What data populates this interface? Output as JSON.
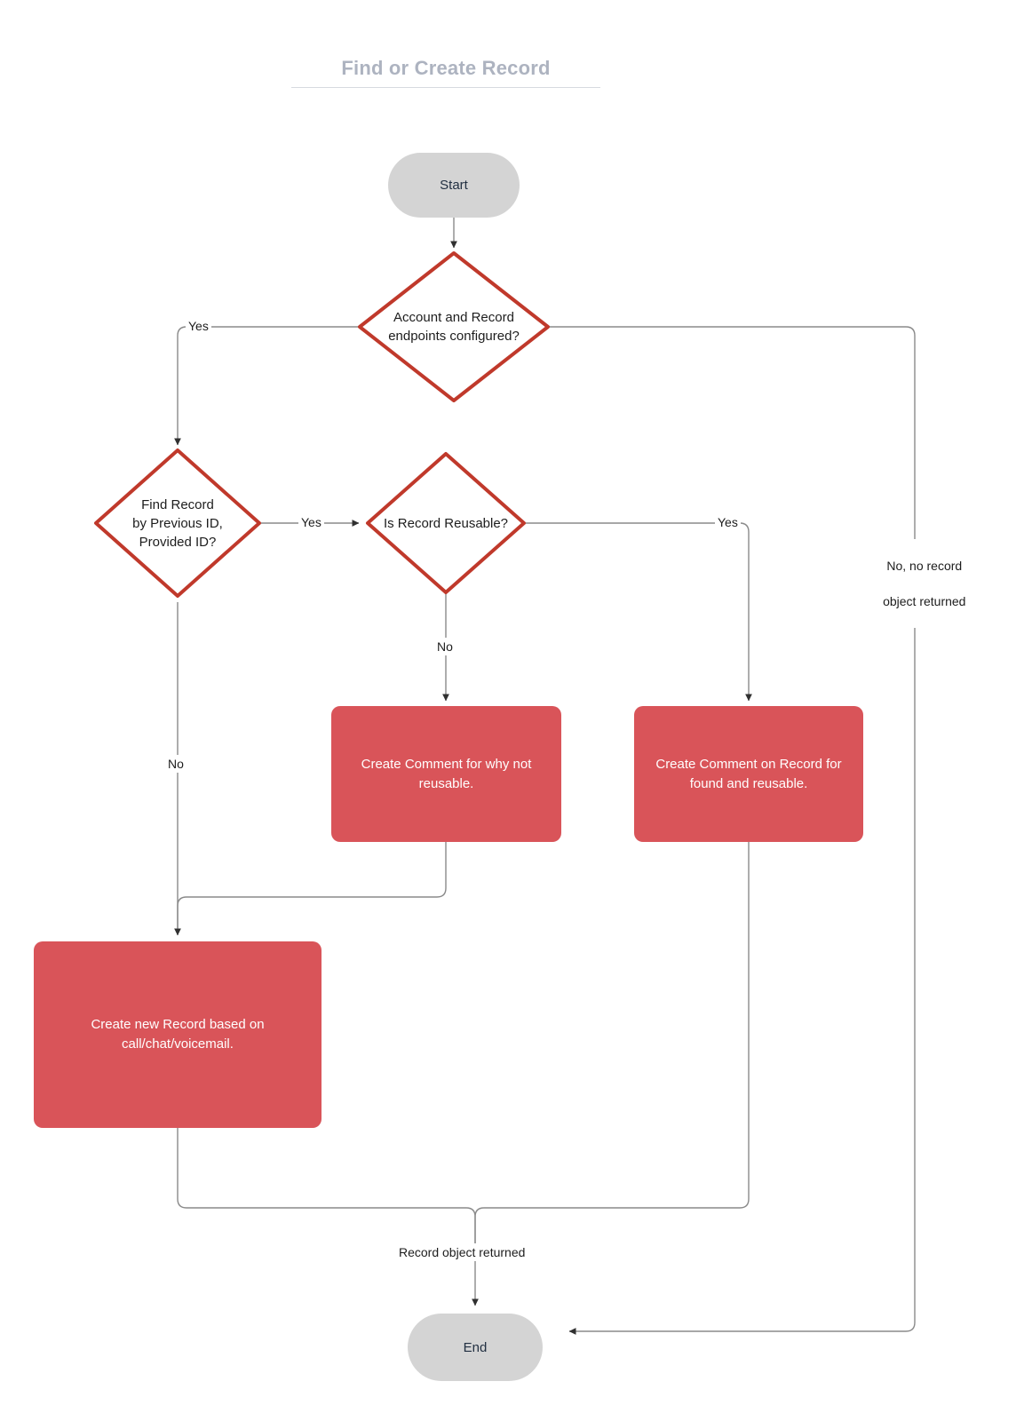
{
  "header": {
    "title": "Find or Create Record"
  },
  "diagram": {
    "type": "flowchart",
    "colors": {
      "process_fill": "#d95459",
      "terminator_fill": "#d4d4d4",
      "decision_stroke": "#c0392b",
      "edge_stroke": "#7f7f7f",
      "title_color": "#adb3c0",
      "process_text": "#ffffff",
      "node_text": "#1d1d1d"
    },
    "nodes": [
      {
        "id": "start",
        "shape": "terminator",
        "label": "Start"
      },
      {
        "id": "endpoints",
        "shape": "decision",
        "label": "Account and Record\nendpoints configured?",
        "line1": "Account and Record",
        "line2": "endpoints configured?"
      },
      {
        "id": "find-record",
        "shape": "decision",
        "label": "Find Record\nby Previous ID,\nProvided ID?",
        "line1": "Find Record",
        "line2": "by Previous ID,",
        "line3": "Provided ID?"
      },
      {
        "id": "reusable",
        "shape": "decision",
        "label": "Is Record Reusable?"
      },
      {
        "id": "comment-not-reusable",
        "shape": "process",
        "label": "Create Comment for why not reusable.",
        "line1": "Create Comment for why not",
        "line2": "reusable."
      },
      {
        "id": "comment-found-reusable",
        "shape": "process",
        "label": "Create Comment on Record for found and reusable.",
        "line1": "Create Comment on Record for",
        "line2": "found and reusable."
      },
      {
        "id": "create-record",
        "shape": "process",
        "label": "Create new Record based on call/chat/voicemail.",
        "line1": "Create new Record based on",
        "line2": "call/chat/voicemail."
      },
      {
        "id": "end",
        "shape": "terminator",
        "label": "End"
      }
    ],
    "edges": [
      {
        "from": "start",
        "to": "endpoints",
        "label": ""
      },
      {
        "from": "endpoints",
        "to": "find-record",
        "label": "Yes"
      },
      {
        "from": "endpoints",
        "to": "end",
        "label": "No, no record\nobject returned",
        "line1": "No, no record",
        "line2": "object returned"
      },
      {
        "from": "find-record",
        "to": "reusable",
        "label": "Yes"
      },
      {
        "from": "find-record",
        "to": "create-record",
        "label": "No"
      },
      {
        "from": "reusable",
        "to": "comment-not-reusable",
        "label": "No"
      },
      {
        "from": "reusable",
        "to": "comment-found-reusable",
        "label": "Yes"
      },
      {
        "from": "comment-not-reusable",
        "to": "create-record",
        "label": ""
      },
      {
        "from": "create-record",
        "to": "end",
        "label": "Record object returned"
      },
      {
        "from": "comment-found-reusable",
        "to": "end",
        "label": "Record object returned"
      }
    ],
    "edge_labels": {
      "endpoints_yes": "Yes",
      "endpoints_no_l1": "No, no record",
      "endpoints_no_l2": "object returned",
      "find_yes": "Yes",
      "find_no": "No",
      "reusable_no": "No",
      "reusable_yes": "Yes",
      "record_returned": "Record object returned"
    }
  }
}
